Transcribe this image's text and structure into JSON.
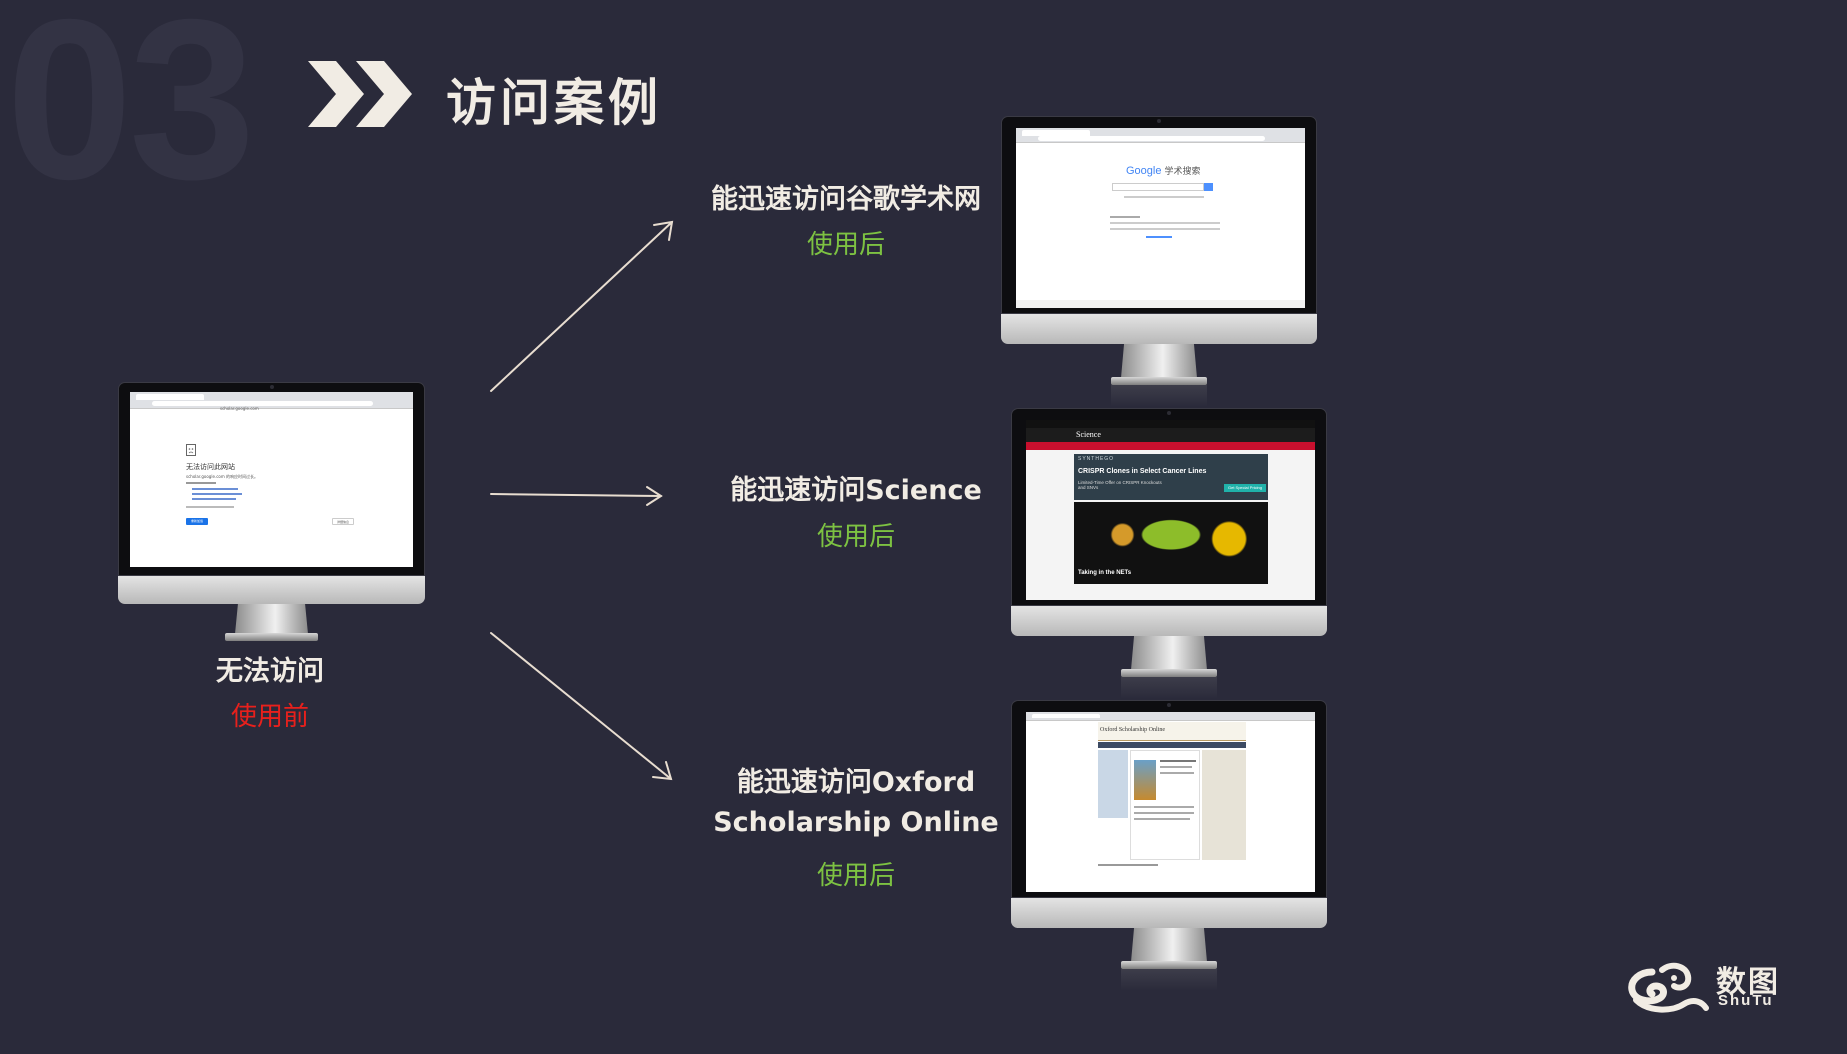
{
  "section_number": "03",
  "title": "访问案例",
  "before": {
    "label": "无法访问",
    "sub_label": "使用前",
    "sub_color": "#e8201c",
    "screenshot": {
      "error_title": "无法访问此网站",
      "error_text": "scholar.google.com 的响应时间过长。",
      "reload_button": "重新加载",
      "details_button": "详细信息",
      "address": "scholar.google.com"
    }
  },
  "after": [
    {
      "id": "google-scholar",
      "label": "能迅速访问谷歌学术网",
      "sub_label": "使用后",
      "screenshot": {
        "logo": "Google",
        "logo_suffix": "学术搜索"
      }
    },
    {
      "id": "science",
      "label": "能迅速访问Science",
      "sub_label": "使用后",
      "screenshot": {
        "masthead": "Science",
        "ad_brand": "SYNTHEGO",
        "ad_title": "CRISPR Clones in Select Cancer Lines",
        "ad_text": "Limited-Time Offer on CRISPR Knockouts and SNVs",
        "ad_button": "Get Special Pricing",
        "feature_caption": "Taking in the NETs"
      }
    },
    {
      "id": "oxford",
      "label_line1": "能迅速访问Oxford",
      "label_line2": "Scholarship Online",
      "sub_label": "使用后",
      "screenshot": {
        "site_title": "Oxford Scholarship Online"
      }
    }
  ],
  "after_sub_color": "#7dc242",
  "logo": {
    "cn": "数图",
    "en": "ShuTu"
  }
}
